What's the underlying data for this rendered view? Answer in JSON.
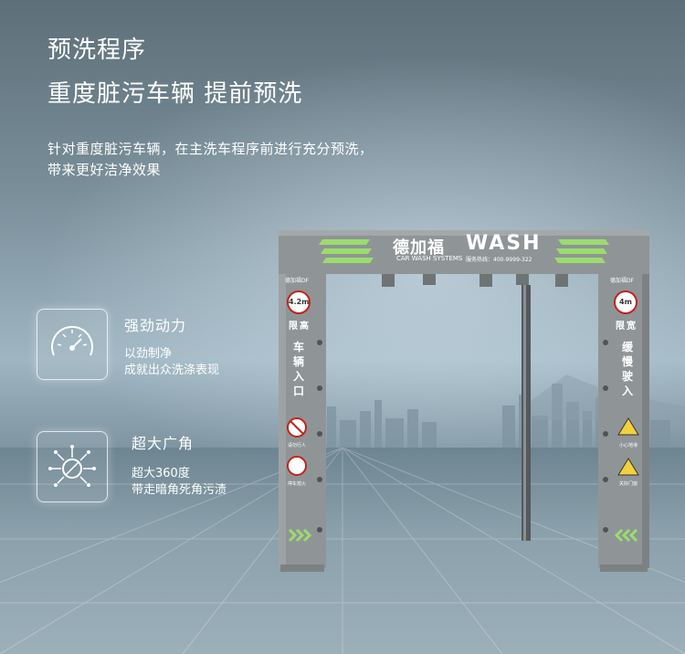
{
  "header": {
    "title": "预洗程序",
    "subtitle": "重度脏污车辆   提前预洗",
    "desc_line1": "针对重度脏污车辆，在主洗车程序前进行充分预洗，",
    "desc_line2": "带来更好洁净效果"
  },
  "features": [
    {
      "icon": "speedometer-icon",
      "title": "强劲动力",
      "sub1": "以劲制净",
      "sub2": "成就出众洗涤表现"
    },
    {
      "icon": "360-spray-icon",
      "title": "超大广角",
      "sub1": "超大360度",
      "sub2": "带走暗角死角污渍"
    }
  ],
  "machine": {
    "brand_cn": "德加福",
    "brand_en": "WASH",
    "brand_sub": "CAR WASH SYSTEMS",
    "hotline": "服务热线：400-9999-322",
    "left_logo": "德加福DF",
    "right_logo": "德加福DF",
    "height_limit": "4.2m",
    "height_label": "限高",
    "width_limit": "4m",
    "width_label": "限宽",
    "left_vertical": "车辆入口",
    "right_vertical": "缓慢驶入",
    "left_sign1": "请勿行人",
    "left_sign2": "停车熄火",
    "right_sign1": "小心地滑",
    "right_sign2": "关好门窗",
    "colors": {
      "frame": "#8f9596",
      "accent": "#9bdc6e",
      "sign_red": "#c2231c"
    }
  }
}
